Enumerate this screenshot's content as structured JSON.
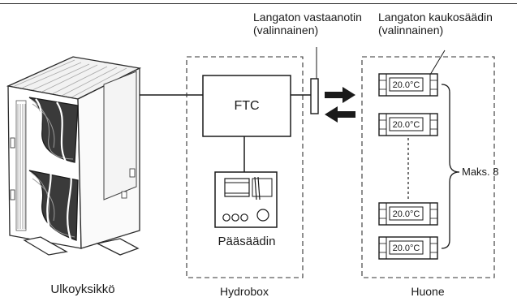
{
  "labels": {
    "receiver_line1": "Langaton vastaanotin",
    "receiver_line2": "(valinnainen)",
    "remote_line1": "Langaton kaukosäädin",
    "remote_line2": "(valinnainen)",
    "ftc": "FTC",
    "main_controller": "Pääsäädin",
    "max_count": "Maks. 8",
    "outdoor_unit": "Ulkoyksikkö",
    "hydrobox": "Hydrobox",
    "room": "Huone"
  },
  "thermostats": [
    {
      "display": "20.0°C"
    },
    {
      "display": "20.0°C"
    },
    {
      "display": "20.0°C"
    },
    {
      "display": "20.0°C"
    }
  ]
}
